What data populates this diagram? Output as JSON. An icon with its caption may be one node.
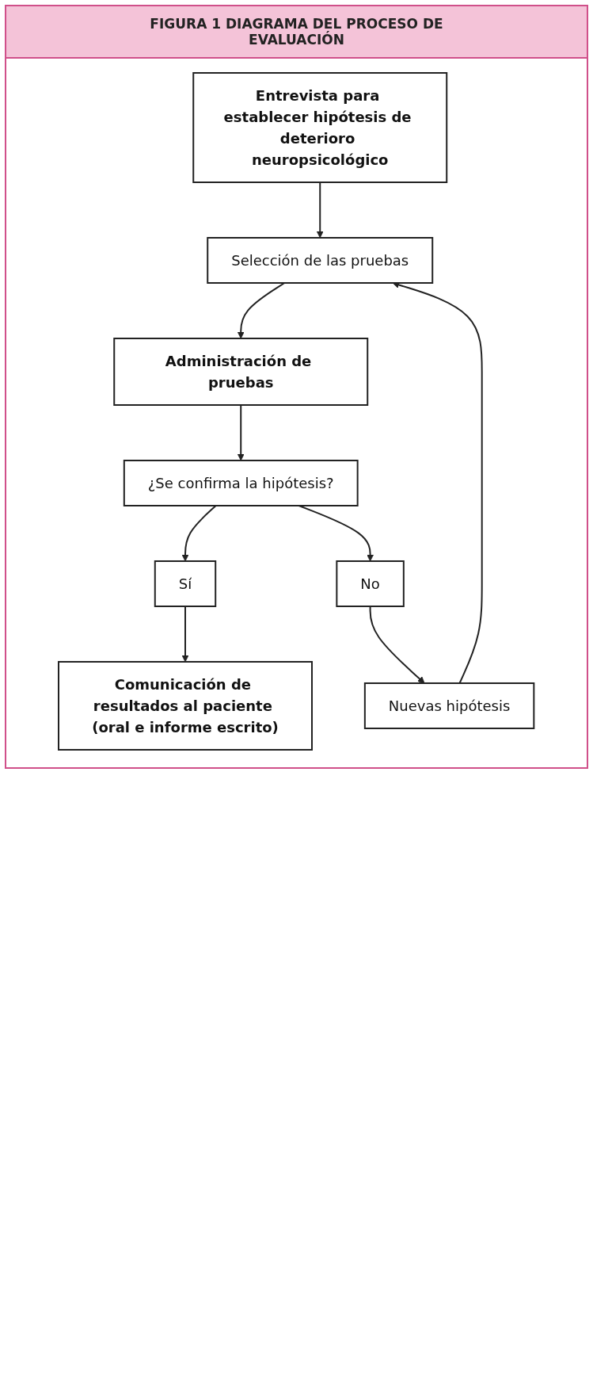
{
  "diagram": {
    "title": "FIGURA 1 DIAGRAMA DEL PROCESO DE EVALUACIÓN",
    "nodes": [
      {
        "text": [
          "Entrevista para establecer hipótesis de deterioro neuropsicológico"
        ]
      },
      {
        "text": [
          "Selección de las pruebas"
        ]
      },
      {
        "text": [
          "Administración de pruebas"
        ]
      },
      {
        "text": [
          "¿Se confirma la hipótesis?"
        ]
      },
      {
        "text": [
          "Sí"
        ]
      },
      {
        "text": [
          "No"
        ]
      },
      {
        "text": [
          "Nuevas hipótesis"
        ]
      },
      {
        "text": [
          "Comunicación de resultados al paciente (oral e informe escrito)"
        ]
      }
    ],
    "edges": [
      {
        "from": 0,
        "to": 1,
        "arrow": "to"
      },
      {
        "from": 1,
        "to": 2,
        "arrow": "to"
      },
      {
        "from": 2,
        "to": 3,
        "arrow": "to"
      },
      {
        "from": 3,
        "to": 4,
        "arrow": "to"
      },
      {
        "from": 3,
        "to": 5,
        "arrow": "to"
      },
      {
        "from": 5,
        "to": 6,
        "arrow": "to"
      },
      {
        "from": 6,
        "to": 1,
        "arrow": "to"
      },
      {
        "from": 4,
        "to": 7,
        "arrow": "to"
      }
    ]
  }
}
